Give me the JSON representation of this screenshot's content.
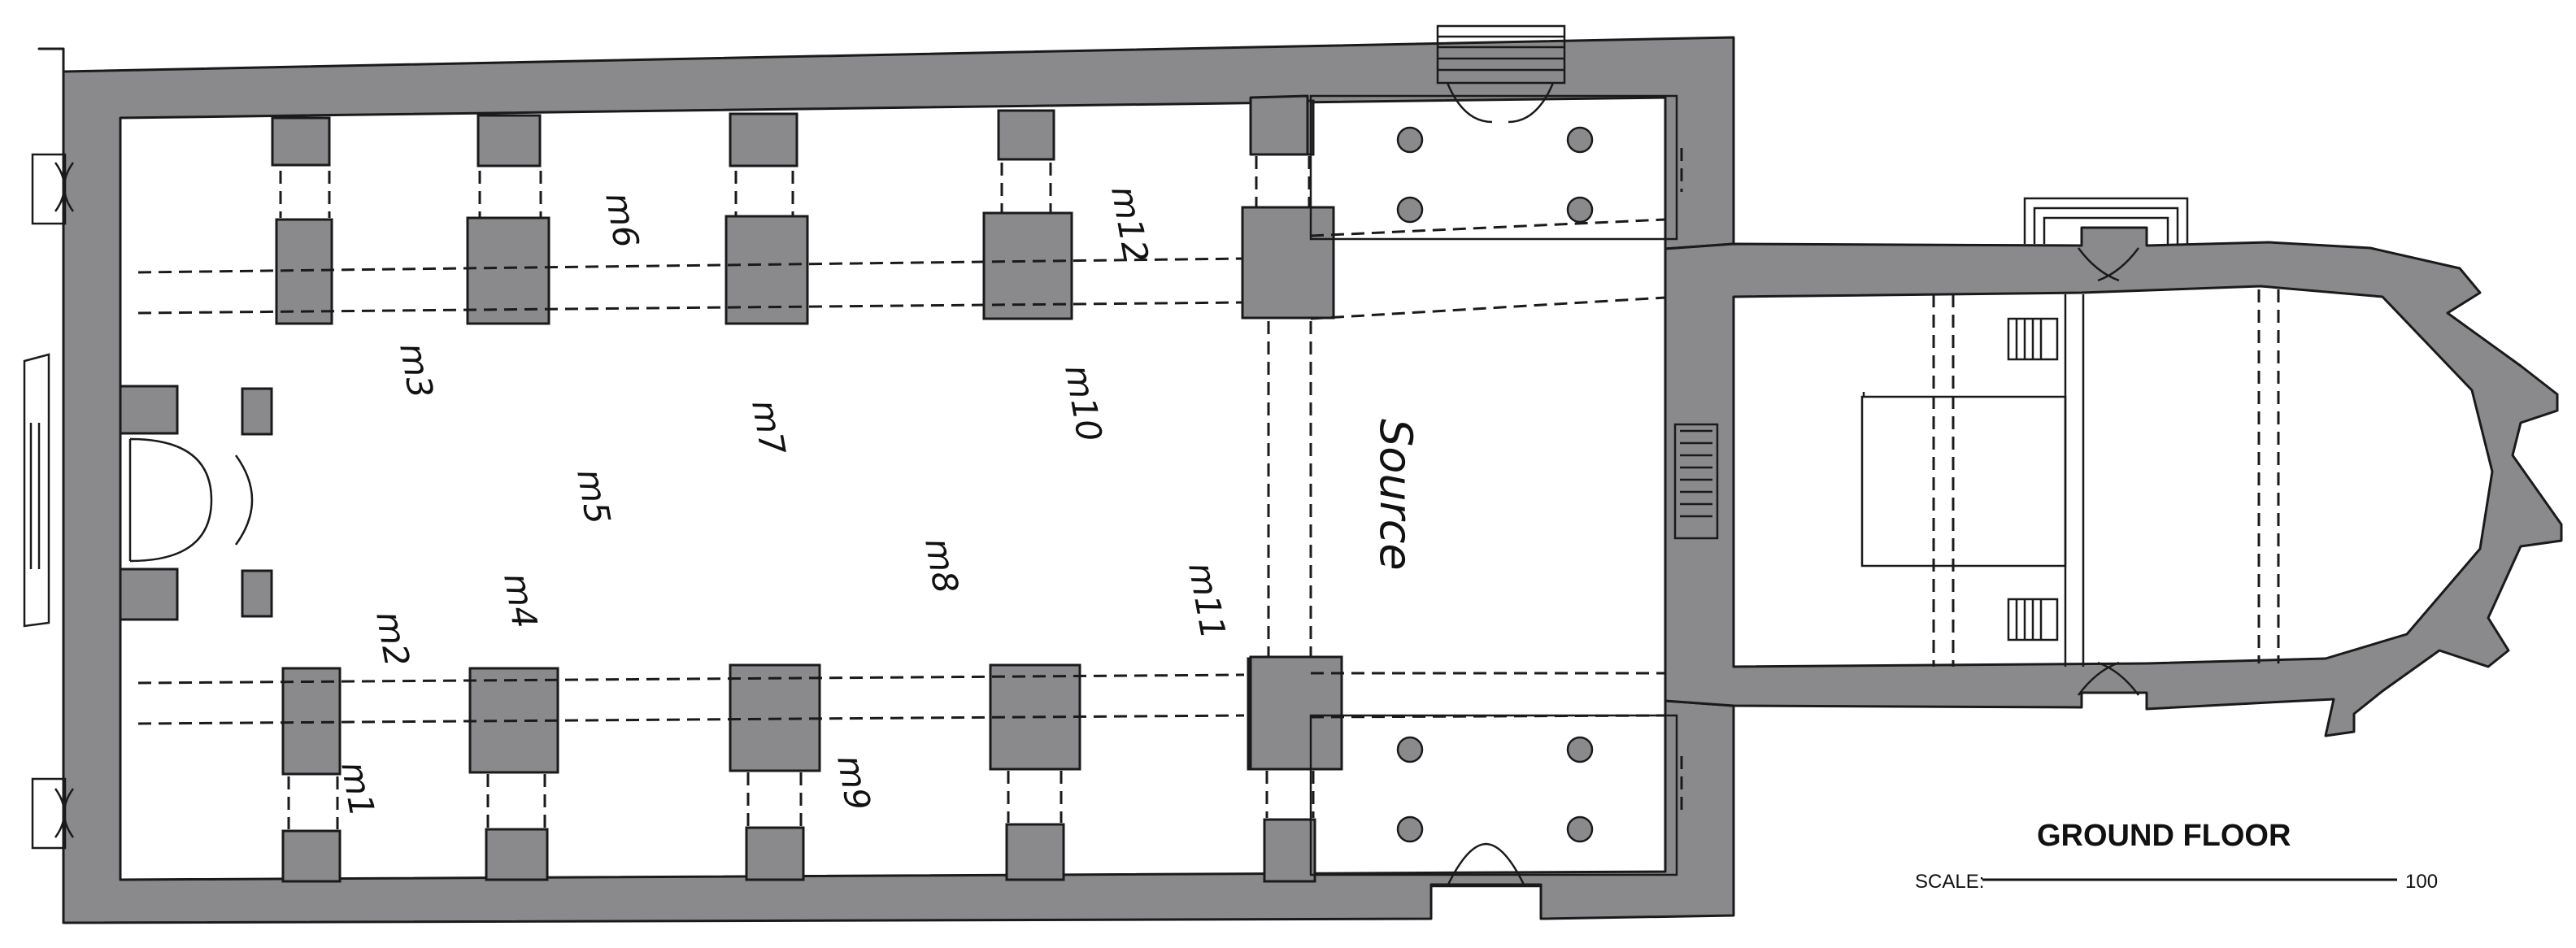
{
  "title": "GROUND FLOOR",
  "scale": {
    "label": "SCALE:",
    "value": "100"
  },
  "source_label": "Source",
  "markers": [
    "m1",
    "m2",
    "m3",
    "m4",
    "m5",
    "m6",
    "m7",
    "m8",
    "m9",
    "m10",
    "m11",
    "m12"
  ]
}
